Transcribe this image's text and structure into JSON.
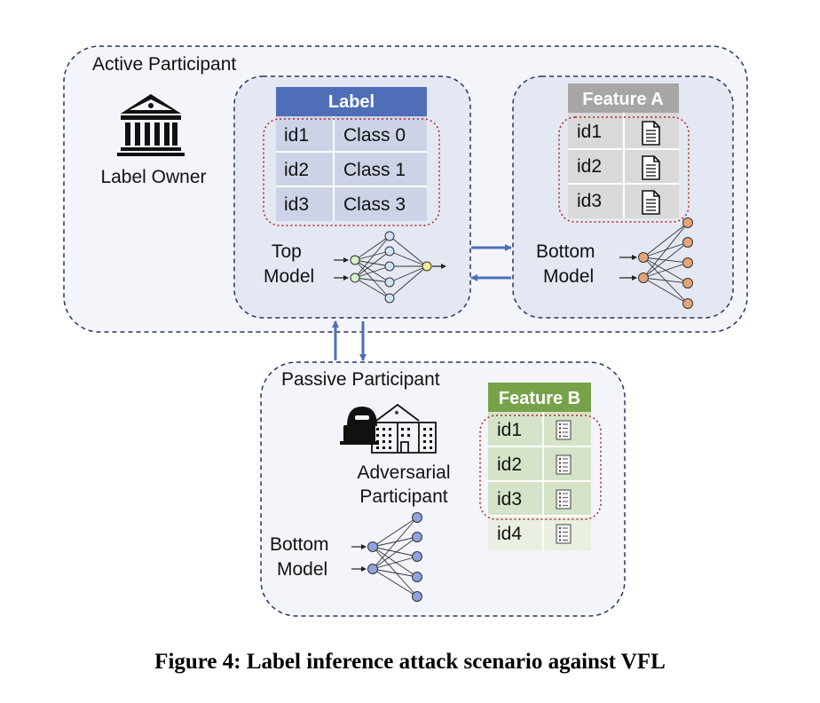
{
  "active_participant": {
    "title": "Active Participant",
    "owner_label": "Label Owner",
    "owner_icon": "bank-icon",
    "label_table": {
      "header": "Label",
      "header_color": "#4e6fb8",
      "rows": [
        {
          "id": "id1",
          "value": "Class 0"
        },
        {
          "id": "id2",
          "value": "Class 1"
        },
        {
          "id": "id3",
          "value": "Class 3"
        }
      ]
    },
    "top_model": {
      "line1": "Top",
      "line2": "Model"
    },
    "feature_a": {
      "header": "Feature A",
      "header_color": "#a6a6a6",
      "row_icon": "document-icon",
      "rows": [
        "id1",
        "id2",
        "id3"
      ]
    },
    "bottom_model": {
      "line1": "Bottom",
      "line2": "Model"
    }
  },
  "passive_participant": {
    "title": "Passive Participant",
    "adversary_icon": "hacker-building-icon",
    "adversary_label_line1": "Adversarial",
    "adversary_label_line2": "Participant",
    "feature_b": {
      "header": "Feature B",
      "header_color": "#76a34a",
      "row_icon": "list-document-icon",
      "rows": [
        "id1",
        "id2",
        "id3",
        "id4"
      ]
    },
    "bottom_model": {
      "line1": "Bottom",
      "line2": "Model"
    }
  },
  "colors": {
    "arrow": "#4e6fb8",
    "outer_box_fill": "#f3f5fa",
    "inner_box_fill": "#e4e8f3",
    "dotted_highlight": "#b22222"
  },
  "caption": "Figure 4: Label inference attack scenario against VFL"
}
